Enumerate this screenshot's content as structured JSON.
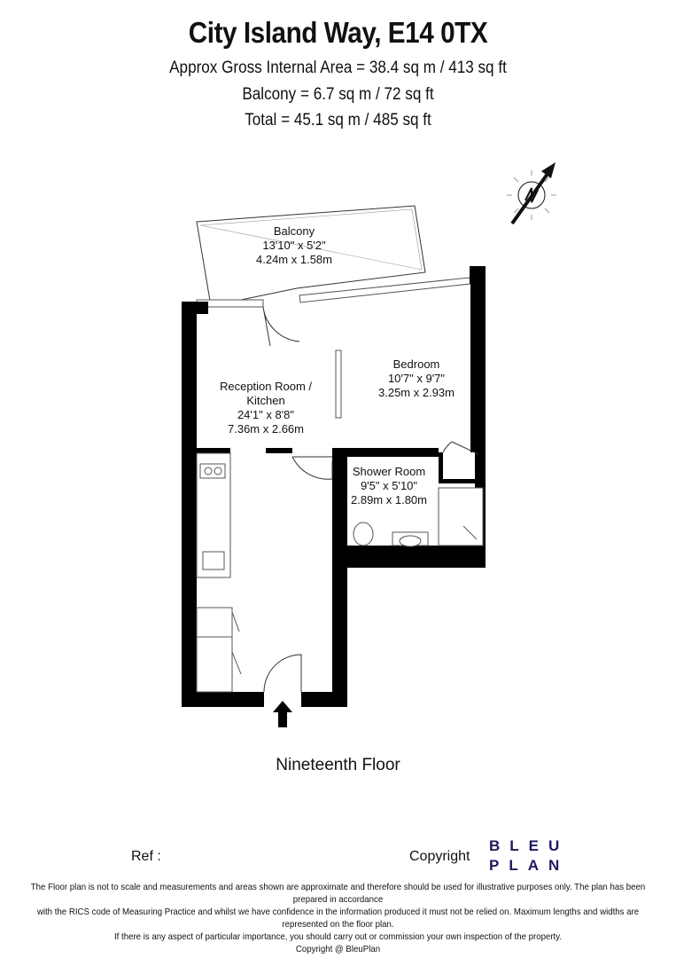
{
  "header": {
    "title": "City Island Way, E14 0TX",
    "gross_area": "Approx Gross Internal Area = 38.4 sq m / 413 sq ft",
    "balcony_area": "Balcony = 6.7 sq m / 72 sq ft",
    "total_area": "Total = 45.1 sq m / 485 sq ft"
  },
  "compass": {
    "icon": "north-arrow-icon",
    "letter": "N"
  },
  "rooms": [
    {
      "name": "Balcony",
      "imperial": "13'10\" x 5'2\"",
      "metric": "4.24m x 1.58m"
    },
    {
      "name": "Reception Room /",
      "name2": "Kitchen",
      "imperial": "24'1\" x 8'8\"",
      "metric": "7.36m x 2.66m"
    },
    {
      "name": "Bedroom",
      "imperial": "10'7\" x 9'7\"",
      "metric": "3.25m x 2.93m"
    },
    {
      "name": "Shower Room",
      "imperial": "9'5\" x 5'10\"",
      "metric": "2.89m x 1.80m"
    }
  ],
  "floor_label": "Nineteenth Floor",
  "footer": {
    "ref": "Ref  :",
    "copyright": "Copyright",
    "logo_line1": "BLEU",
    "logo_line2": "PLAN",
    "logo_color": "#1d1a5e",
    "disclaimer_1": "The Floor plan is not to scale and measurements and areas shown are approximate and therefore should be used for illustrative purposes only. The plan has been prepared in accordance",
    "disclaimer_2": "with the RICS code of Measuring Practice and whilst we have confidence in the information produced it must not be relied on. Maximum lengths and widths are represented on the floor plan.",
    "disclaimer_3": "If there is any aspect of particular importance, you should carry out or commission your own inspection of the property.",
    "disclaimer_4": "Copyright @ BleuPlan"
  }
}
